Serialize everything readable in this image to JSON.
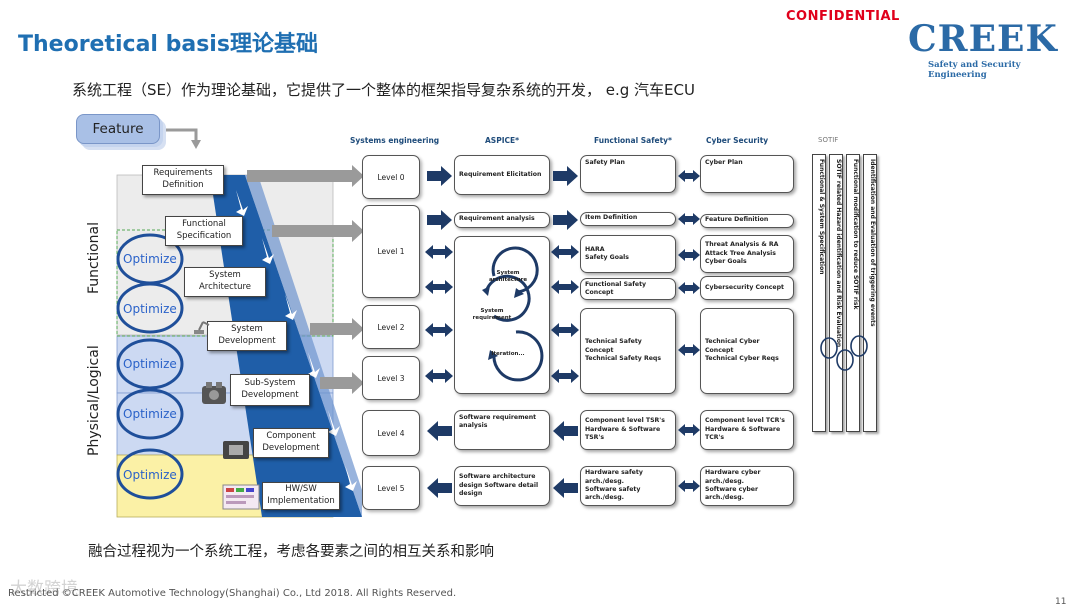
{
  "header": {
    "title": "Theoretical basis理论基础",
    "confidential": "CONFIDENTIAL",
    "logo": "CREEK",
    "logo_subtitle": "Safety and Security Engineering"
  },
  "intro_text": "系统工程（SE）作为理论基础，它提供了一个整体的框架指导复杂系统的开发，  e.g 汽车ECU",
  "v_model": {
    "feature_label": "Feature",
    "side_labels": {
      "functional": "Functional",
      "physical": "Physical/Logical"
    },
    "optimize_label": "Optimize",
    "steps": [
      "Requirements Definition",
      "Functional Specification",
      "System Architecture",
      "System Development",
      "Sub-System Development",
      "Component Development",
      "HW/SW Implementation"
    ]
  },
  "columns": {
    "systems_engineering": "Systems  engineering",
    "aspice": "ASPICE*",
    "functional_safety": "Functional Safety*",
    "cyber_security": "Cyber Security",
    "sotif": "SOTIF"
  },
  "levels": [
    "Level 0",
    "Level 1",
    "Level 2",
    "Level 3",
    "Level 4",
    "Level 5"
  ],
  "aspice": {
    "requirement_elicitation": "Requirement Elicitation",
    "requirement_analysis": "Requirement analysis",
    "cycle": [
      "System architecture",
      "System requirement",
      "Iteration..."
    ],
    "software_requirement": "Software requirement analysis",
    "software_design": "Software architecture design Software detail design"
  },
  "functional_safety": {
    "safety_plan": "Safety Plan",
    "item_definition": "Item Definition",
    "hara": "HARA",
    "safety_goals": "Safety Goals",
    "functional_safety_concept": "Functional Safety Concept",
    "technical_safety_concept": "Technical Safety Concept",
    "technical_safety_reqs": "Technical Safety Reqs",
    "component_tsr": "Component  level TSR's",
    "hw_sw_tsr": "Hardware & Software TSR's",
    "hw_safety_arch": "Hardware safety arch./desg.",
    "sw_safety_arch": "Software safety arch./desg."
  },
  "cyber_security": {
    "cyber_plan": "Cyber Plan",
    "feature_definition": "Feature Definition",
    "threat_analysis": "Threat Analysis & RA",
    "attack_tree": "Attack Tree Analysis",
    "cyber_goals": "Cyber Goals",
    "cybersecurity_concept": "Cybersecurity Concept",
    "technical_cyber_concept": "Technical Cyber Concept",
    "technical_cyber_reqs": "Technical Cyber Reqs",
    "component_tcr": "Component  level TCR's",
    "hw_sw_tcr": "Hardware & Software TCR's",
    "hw_cyber_arch": "Hardware cyber arch./desg.",
    "sw_cyber_arch": "Software cyber arch./desg."
  },
  "sotif_items": [
    "Functional & System Specification",
    "SOTIF related Hazard identification and Risk Evaluation",
    "Functional modification to reduce SOTIF risk",
    "Identification and Evaluation of triggering events"
  ],
  "bottom_text": "融合过程视为一个系统工程，考虑各要素之间的相互关系和影响",
  "footer": "Restricted ©CREEK Automotive Technology(Shanghai) Co., Ltd  2018. All Rights  Reserved.",
  "watermark": "大数跨境",
  "page_number": "11",
  "colors": {
    "title": "#1f6fb2",
    "confidential": "#e0001b",
    "arrow": "#1e3a66",
    "optimize": "#2a62c9"
  }
}
